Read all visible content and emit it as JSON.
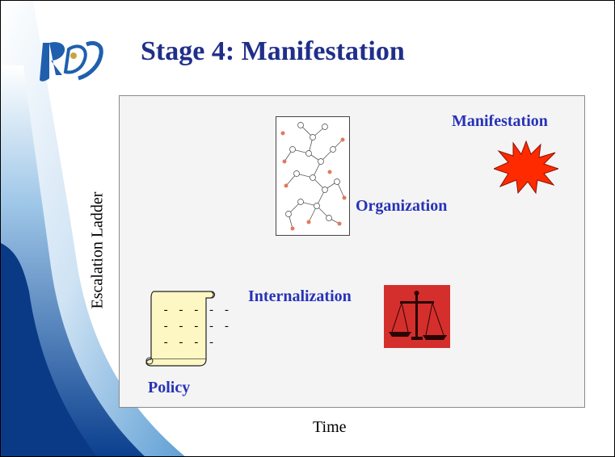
{
  "slide": {
    "title": "Stage 4: Manifestation",
    "y_axis_label": "Escalation Ladder",
    "x_axis_label": "Time"
  },
  "stages": [
    {
      "label": "Policy"
    },
    {
      "label": "Internalization"
    },
    {
      "label": "Organization"
    },
    {
      "label": "Manifestation"
    }
  ],
  "policy_scroll_lines": [
    "- - - - -",
    "- - - - -",
    "- - - -"
  ],
  "colors": {
    "title": "#1f2f8a",
    "stage_label": "#2732b8",
    "burst_fill": "#ff2a00",
    "scales_bg": "#d42f2c"
  },
  "icons": [
    "logo-icon",
    "policy-scroll-icon",
    "scales-of-justice-icon",
    "organization-tree-icon",
    "explosion-burst-icon"
  ]
}
